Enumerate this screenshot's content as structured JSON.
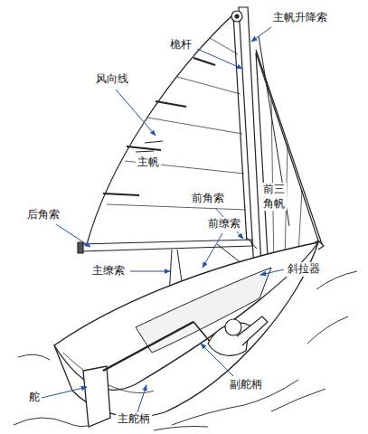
{
  "diagram": {
    "labels": [
      "主帆升降索",
      "桅杆",
      "风向线",
      "主帆",
      "前角索",
      "前缭索",
      "前三角帆",
      "后角索",
      "斜拉器",
      "主缭索",
      "舵",
      "副舵柄",
      "主舵柄"
    ]
  }
}
